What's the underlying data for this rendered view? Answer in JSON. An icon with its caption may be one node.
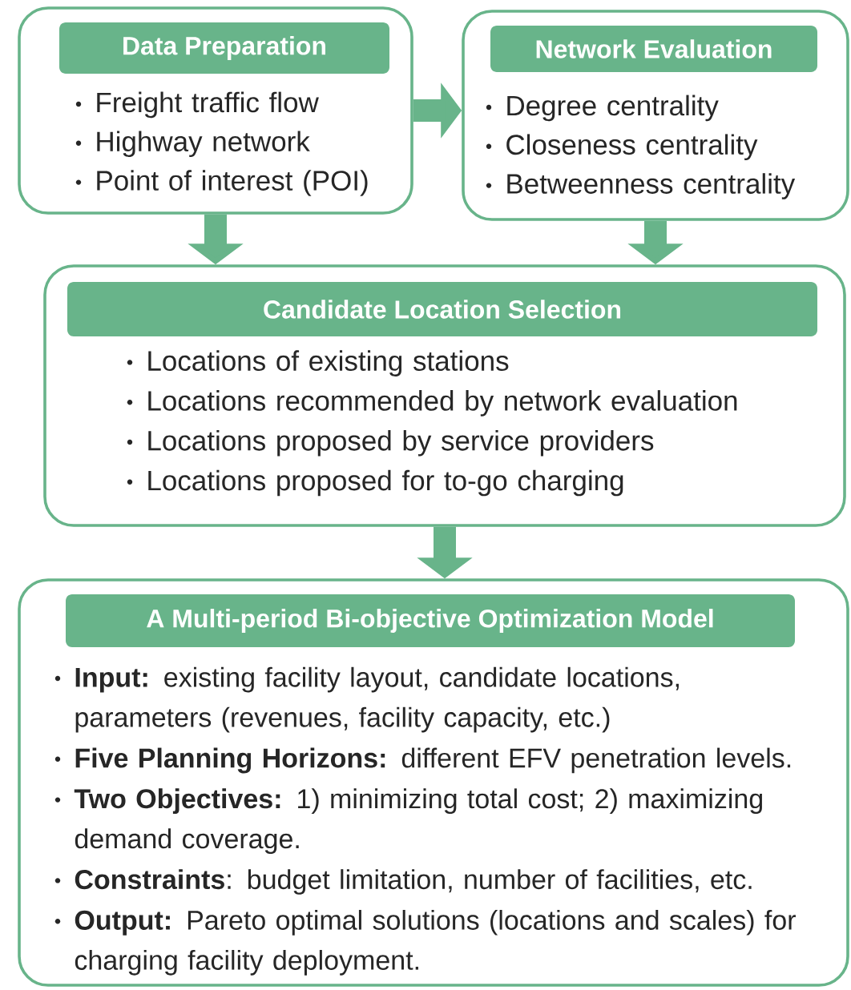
{
  "diagram": {
    "nodes": [
      {
        "text": [
          "Data Preparation",
          "Freight traffic flow",
          "Highway network",
          "Point of interest (POI)"
        ]
      },
      {
        "text": [
          "Network Evaluation",
          "Degree centrality",
          "Closeness centrality",
          "Betweenness centrality"
        ]
      },
      {
        "text": [
          "Candidate Location Selection",
          "Locations of existing stations",
          "Locations recommended by network evaluation",
          "Locations proposed by service providers",
          "Locations proposed for to-go charging"
        ]
      },
      {
        "text": [
          "A Multi-period Bi-objective Optimization Model",
          "**Input:** existing facility layout, candidate locations, parameters (revenues, facility capacity, etc.)",
          "**Five Planning Horizons:** different EFV penetration levels.",
          "**Two Objectives:** 1) minimizing total cost; 2) maximizing demand coverage.",
          "**Constraints**: budget limitation, number of facilities, etc.",
          "**Output:** Pareto optimal solutions (locations and scales) for charging facility deployment."
        ]
      }
    ],
    "edges": [
      {
        "from": 0,
        "to": 1,
        "arrow": "to"
      },
      {
        "from": 0,
        "to": 2,
        "arrow": "to"
      },
      {
        "from": 1,
        "to": 2,
        "arrow": "to"
      },
      {
        "from": 2,
        "to": 3,
        "arrow": "to"
      }
    ]
  }
}
